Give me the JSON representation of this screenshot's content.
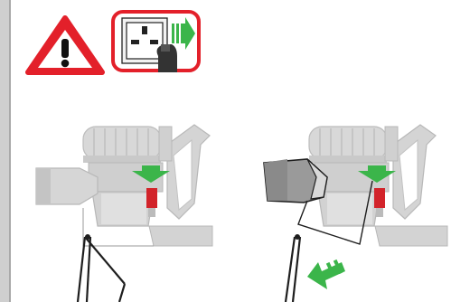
{
  "header_icons": {
    "warning": "warning-triangle-icon",
    "unplug": "unplug-charger-icon"
  },
  "steps": [
    {
      "name": "release-wand",
      "arrow_in_direction": "down"
    },
    {
      "name": "release-bin",
      "arrow_in_direction": "down",
      "arrow_out_direction": "down-left"
    }
  ],
  "colors": {
    "warning_red": "#e3202a",
    "arrow_green": "#3bb54a",
    "button_red": "#d2232a",
    "body_grey": "#c8c8c8",
    "line_dark": "#1e1e1e"
  }
}
